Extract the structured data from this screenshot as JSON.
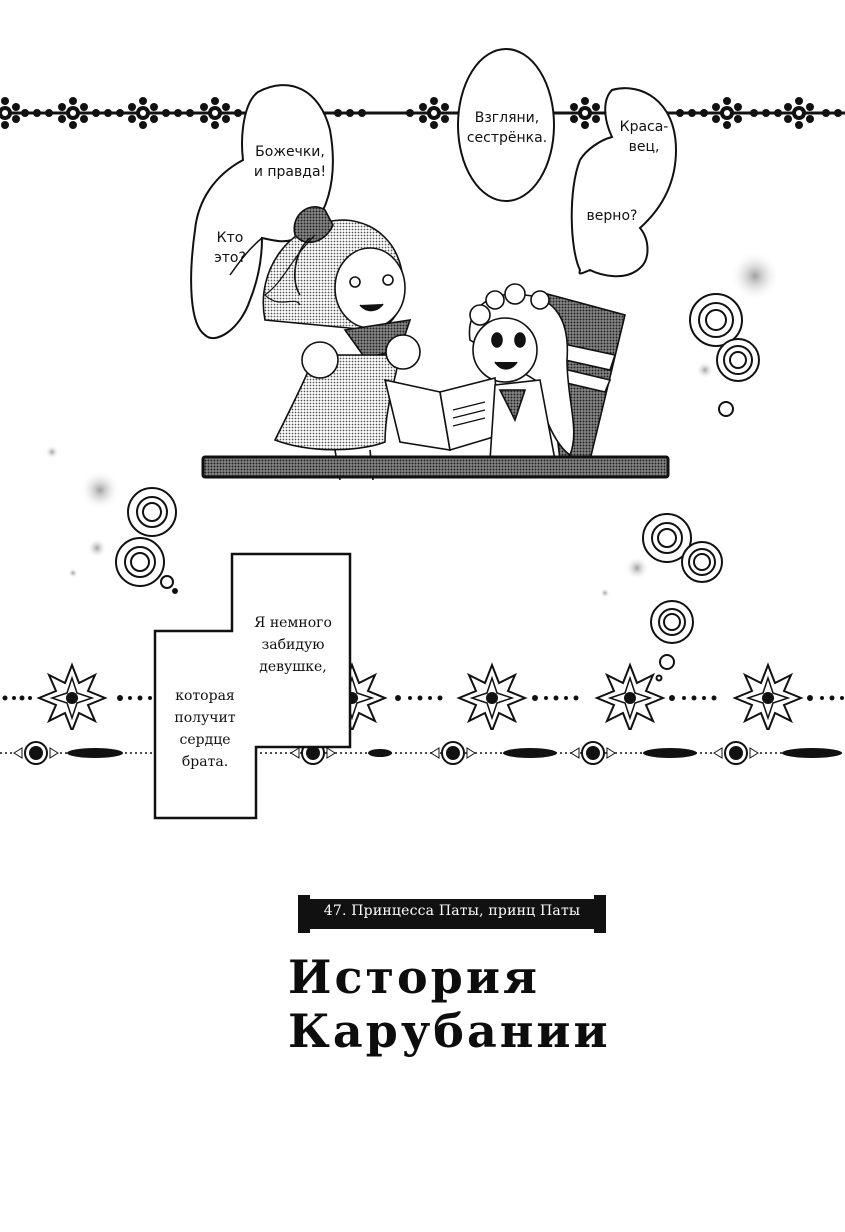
{
  "page": {
    "type": "manga-chapter-title-page",
    "background": "#ffffff",
    "ink": "#111111"
  },
  "bubbles": [
    {
      "id": "bubble-bozhechki",
      "lines": "Божечки,\nи правда!"
    },
    {
      "id": "bubble-kto-eto",
      "lines": "Кто\nэто?"
    },
    {
      "id": "bubble-vzglyani",
      "lines": "Взгляни,\nсестрёнка."
    },
    {
      "id": "bubble-krasavets-top",
      "lines": "Краса-\nвец,"
    },
    {
      "id": "bubble-verno",
      "lines": "верно?"
    }
  ],
  "caption_box": {
    "upper_lines": "Я немного\nзабидую\nдевушке,",
    "lower_lines": "которая\nполучит\nсердце\nбрата."
  },
  "chapter": {
    "label": "47. Принцесса Паты, принц Паты"
  },
  "series": {
    "title": "История Карубании"
  },
  "decorations": {
    "top_border": "snowflake-chain",
    "middle_border": "starburst-chain",
    "lower_border": "bead-chain",
    "motifs": [
      "rose",
      "rose",
      "rose",
      "screentone-dot"
    ]
  },
  "illustration": {
    "description": "Two girls: one standing in a puffed-sleeve dress with a bow, one seated in a chair holding an open book, behind a desk"
  }
}
